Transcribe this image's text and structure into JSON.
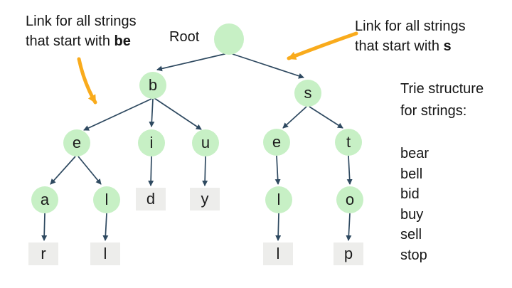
{
  "annotations": {
    "left": {
      "line1": "Link for all strings",
      "line2_prefix": "that start with ",
      "line2_bold": "be"
    },
    "right": {
      "line1": "Link for all strings",
      "line2_prefix": "that start with ",
      "line2_bold": "s"
    }
  },
  "root_label": "Root",
  "trie": {
    "nodes": [
      {
        "id": "root",
        "label": "",
        "type": "root"
      },
      {
        "id": "b",
        "label": "b",
        "type": "circle"
      },
      {
        "id": "s",
        "label": "s",
        "type": "circle"
      },
      {
        "id": "e1",
        "label": "e",
        "type": "circle"
      },
      {
        "id": "i",
        "label": "i",
        "type": "circle"
      },
      {
        "id": "u",
        "label": "u",
        "type": "circle"
      },
      {
        "id": "e2",
        "label": "e",
        "type": "circle"
      },
      {
        "id": "t",
        "label": "t",
        "type": "circle"
      },
      {
        "id": "a",
        "label": "a",
        "type": "circle"
      },
      {
        "id": "l1",
        "label": "l",
        "type": "circle"
      },
      {
        "id": "l2",
        "label": "l",
        "type": "circle"
      },
      {
        "id": "o",
        "label": "o",
        "type": "circle"
      },
      {
        "id": "d",
        "label": "d",
        "type": "leaf"
      },
      {
        "id": "y",
        "label": "y",
        "type": "leaf"
      },
      {
        "id": "r",
        "label": "r",
        "type": "leaf"
      },
      {
        "id": "l3",
        "label": "l",
        "type": "leaf"
      },
      {
        "id": "l4",
        "label": "l",
        "type": "leaf"
      },
      {
        "id": "p",
        "label": "p",
        "type": "leaf"
      }
    ],
    "edges": [
      "root-b",
      "root-s",
      "b-e",
      "b-i",
      "b-u",
      "s-e",
      "s-t",
      "e-a",
      "e-l",
      "i-d",
      "u-y",
      "e-l2",
      "t-o",
      "a-r",
      "l-l",
      "l2-l",
      "o-p"
    ]
  },
  "side_panel": {
    "title_line1": "Trie structure",
    "title_line2": "for strings:",
    "words": [
      "bear",
      "bell",
      "bid",
      "buy",
      "sell",
      "stop"
    ]
  },
  "colors": {
    "node_green": "#c7f0c5",
    "leaf_gray": "#ededeb",
    "edge_color": "#2e4960",
    "arrow_orange": "#f9ab1c"
  }
}
